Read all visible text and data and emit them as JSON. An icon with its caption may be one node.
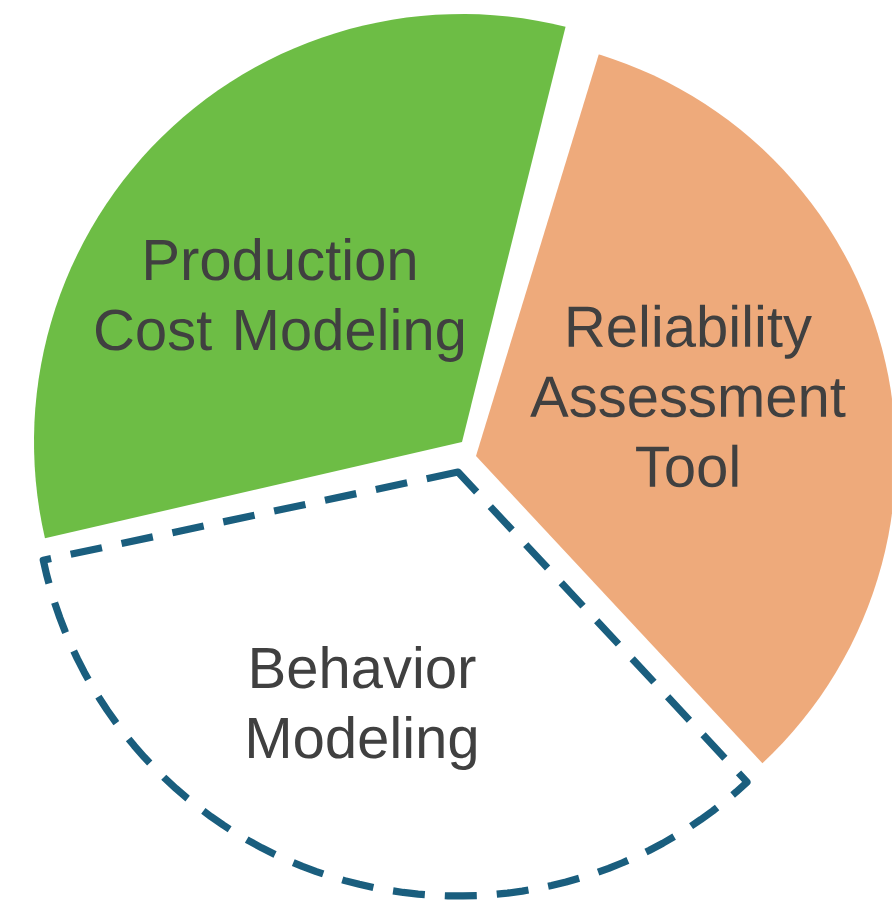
{
  "diagram": {
    "nodes": [
      {
        "text": [
          "Production Cost Modeling"
        ]
      },
      {
        "text": [
          "Reliability Assessment Tool"
        ]
      },
      {
        "text": [
          "Behavior Modeling"
        ]
      }
    ]
  }
}
